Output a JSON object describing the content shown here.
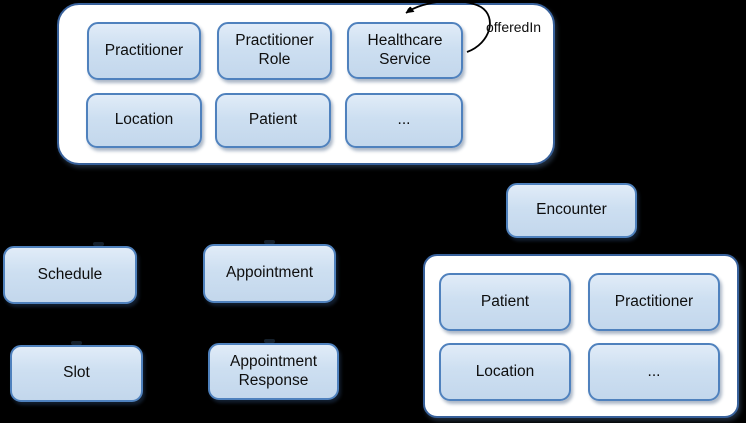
{
  "colors": {
    "background": "#000000",
    "node_fill": "#cddff1",
    "node_border": "#4f81bd",
    "container_fill": "#ffffff",
    "container_border": "#38619b",
    "text": "#0e0e0e",
    "arrow": "#000000"
  },
  "groups": {
    "top": {
      "nodes": [
        {
          "label": "Practitioner"
        },
        {
          "label": "Practitioner Role"
        },
        {
          "label": "Healthcare Service"
        },
        {
          "label": "Location"
        },
        {
          "label": "Patient"
        },
        {
          "label": "..."
        }
      ]
    },
    "bottom_right": {
      "nodes": [
        {
          "label": "Patient"
        },
        {
          "label": "Practitioner"
        },
        {
          "label": "Location"
        },
        {
          "label": "..."
        }
      ]
    }
  },
  "nodes": {
    "encounter": "Encounter",
    "schedule": "Schedule",
    "slot": "Slot",
    "appointment": "Appointment",
    "appointment_response": "Appointment Response"
  },
  "relations": {
    "offered_in": "offeredIn"
  }
}
